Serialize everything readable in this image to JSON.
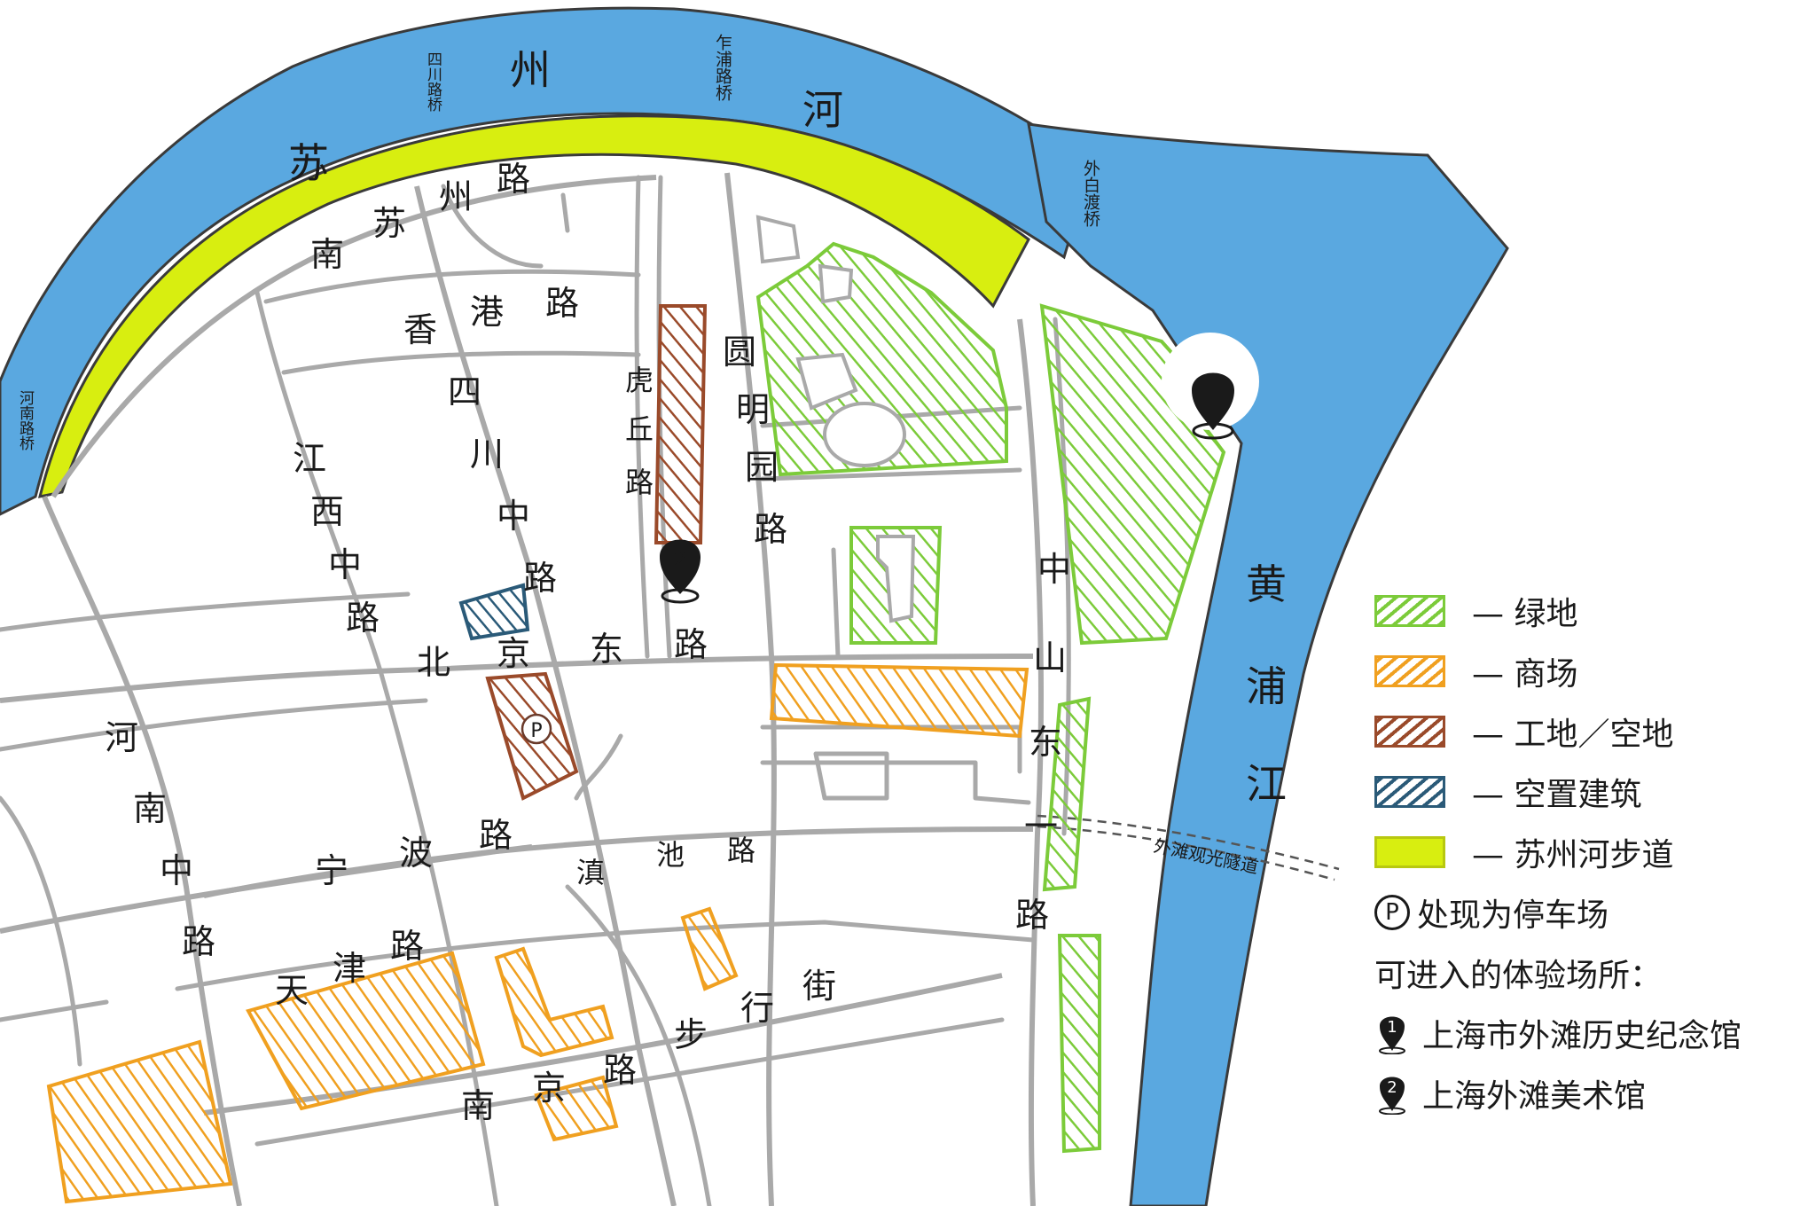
{
  "colors": {
    "river": "#5aa8e0",
    "green": "#7ccb3a",
    "mall": "#f0a020",
    "construction": "#9a4a2a",
    "vacant": "#2a5a78",
    "walkway": "#d8ee10",
    "road": "#a9a9a9"
  },
  "water": {
    "suzhou_river": [
      "苏",
      "州",
      "河"
    ],
    "huangpu_river": [
      "黄",
      "浦",
      "江"
    ]
  },
  "bridges": {
    "henan_road_bridge": "河南路桥",
    "sichuan_road_bridge": "四川路桥",
    "zhapu_road_bridge": "乍浦路桥",
    "waibaidu_bridge": "外白渡桥"
  },
  "roads": {
    "nan_suzhou_road": [
      "南",
      "苏",
      "州",
      "路"
    ],
    "xianggang_road": [
      "香",
      "港",
      "路"
    ],
    "jiangxi_zhong_road": [
      "江",
      "西",
      "中",
      "路"
    ],
    "sichuan_zhong_road": [
      "四",
      "川",
      "中",
      "路"
    ],
    "huqiu_road": [
      "虎",
      "丘",
      "路"
    ],
    "yuanmingyuan_road": [
      "圆",
      "明",
      "园",
      "路"
    ],
    "beijing_dong_road": [
      "北",
      "京",
      "东",
      "路"
    ],
    "henan_zhong_road": [
      "河",
      "南",
      "中",
      "路"
    ],
    "ningbo_road": [
      "宁",
      "波",
      "路"
    ],
    "dianchi_road": [
      "滇",
      "池",
      "路"
    ],
    "tianjin_road": [
      "天",
      "津",
      "路"
    ],
    "nanjing_road_walk": [
      "南",
      "京",
      "路",
      "步",
      "行",
      "街"
    ],
    "zhongshan_dong_1_road": [
      "中",
      "山",
      "东",
      "一",
      "路"
    ],
    "bund_tunnel": "外滩观光隧道"
  },
  "markers": {
    "marker_1": "1",
    "marker_2": "2",
    "parking": "P"
  },
  "legend": {
    "green": "— 绿地",
    "mall": "— 商场",
    "construction": "— 工地／空地",
    "vacant": "— 空置建筑",
    "walkway": "— 苏州河步道",
    "parking_note": "处现为停车场",
    "venues_title": "可进入的体验场所：",
    "venue_1": "上海市外滩历史纪念馆",
    "venue_2": "上海外滩美术馆"
  }
}
